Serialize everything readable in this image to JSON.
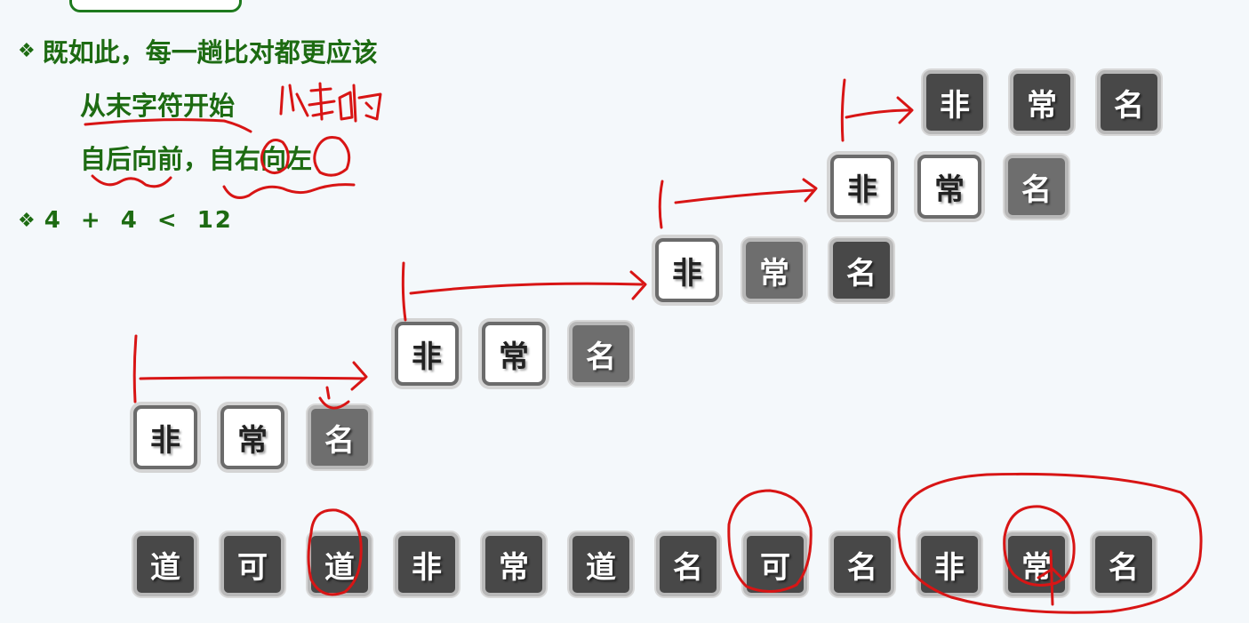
{
  "bullets": {
    "glyph": "❖",
    "line1": "既如此，每一趟比对都更应该",
    "line2": "从末字符开始",
    "line3": "自后向前，自右向左",
    "line4": "4 + 4 < 12"
  },
  "pattern_rows": [
    {
      "chars": [
        "非",
        "常",
        "名"
      ],
      "styles": [
        "white",
        "white",
        "gray"
      ]
    },
    {
      "chars": [
        "非",
        "常",
        "名"
      ],
      "styles": [
        "white",
        "white",
        "gray"
      ]
    },
    {
      "chars": [
        "非",
        "常",
        "名"
      ],
      "styles": [
        "white",
        "gray",
        "dark"
      ]
    },
    {
      "chars": [
        "非",
        "常",
        "名"
      ],
      "styles": [
        "white",
        "white",
        "gray"
      ]
    },
    {
      "chars": [
        "非",
        "常",
        "名"
      ],
      "styles": [
        "dark",
        "dark",
        "dark"
      ]
    }
  ],
  "text_row": {
    "chars": [
      "道",
      "可",
      "道",
      "非",
      "常",
      "道",
      "名",
      "可",
      "名",
      "非",
      "常",
      "名"
    ]
  },
  "colors": {
    "text_green": "#1d6b12",
    "ink_red": "#d81515"
  }
}
